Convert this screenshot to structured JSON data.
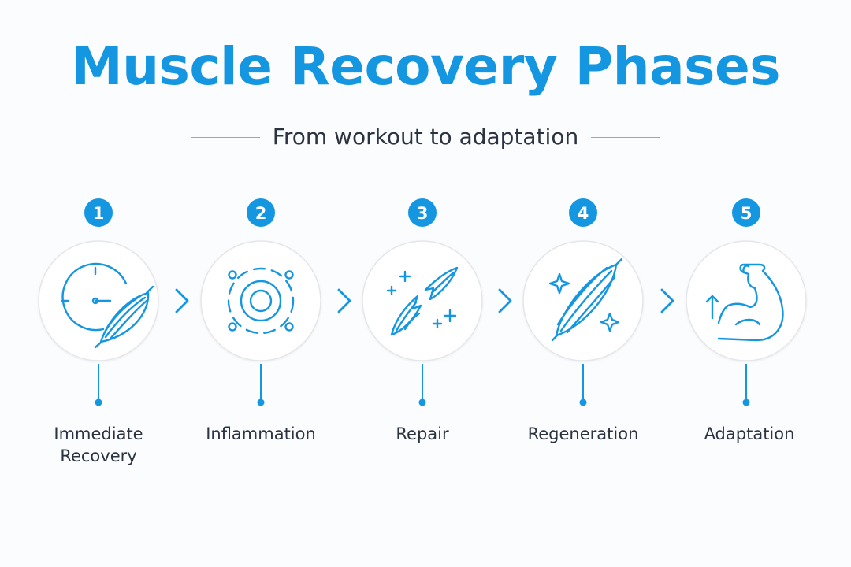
{
  "title": "Muscle Recovery Phases",
  "subtitle": "From workout to adaptation",
  "colors": {
    "accent": "#1496e0",
    "circle_border": "#e3e6ea",
    "text": "#2b3340"
  },
  "phases": [
    {
      "number": "1",
      "label_line1": "Immediate",
      "label_line2": "Recovery",
      "icon": "stopwatch-muscle-icon"
    },
    {
      "number": "2",
      "label_line1": "Inflammation",
      "label_line2": "",
      "icon": "inflammation-rings-icon"
    },
    {
      "number": "3",
      "label_line1": "Repair",
      "label_line2": "",
      "icon": "torn-muscle-sparkle-icon"
    },
    {
      "number": "4",
      "label_line1": "Regeneration",
      "label_line2": "",
      "icon": "muscle-fiber-sparkle-icon"
    },
    {
      "number": "5",
      "label_line1": "Adaptation",
      "label_line2": "",
      "icon": "flexed-bicep-icon"
    }
  ]
}
